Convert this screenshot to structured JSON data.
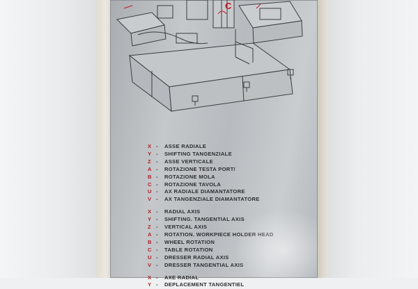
{
  "colors": {
    "code_red": "#b31c22",
    "text_dark": "#2b2d30",
    "plate": "#bfc3c6"
  },
  "drawing": {
    "axis_label_c": "C"
  },
  "legend_groups": [
    {
      "rows": [
        {
          "code": "X",
          "dash": "-",
          "text": "ASSE RADIALE"
        },
        {
          "code": "Y",
          "dash": "-",
          "text": "SHIFTING TANGENZIALE"
        },
        {
          "code": "Z",
          "dash": "-",
          "text": "ASSE VERTICALE"
        },
        {
          "code": "A",
          "dash": "-",
          "text": "ROTAZIONE TESTA PORT/"
        },
        {
          "code": "B",
          "dash": "-",
          "text": "ROTAZIONE MOLA"
        },
        {
          "code": "C",
          "dash": "-",
          "text": "ROTAZIONE TAVOLA"
        },
        {
          "code": "U",
          "dash": "-",
          "text": "AX RADIALE DIAMANTATORE"
        },
        {
          "code": "V",
          "dash": "-",
          "text": "AX TANGENZIALE DIAMANTATORE"
        }
      ]
    },
    {
      "rows": [
        {
          "code": "X",
          "dash": "-",
          "text": "RADIAL AXIS"
        },
        {
          "code": "Y",
          "dash": "-",
          "text": "SHIFTING. TANGENTIAL AXIS"
        },
        {
          "code": "Z",
          "dash": "-",
          "text": "VERTICAL AXIS"
        },
        {
          "code": "A",
          "dash": "-",
          "text": "ROTATION. WORKPIECE HOLDER HEAD"
        },
        {
          "code": "B",
          "dash": "-",
          "text": "WHEEL ROTATION"
        },
        {
          "code": "C",
          "dash": "-",
          "text": "TABLE ROTATION"
        },
        {
          "code": "U",
          "dash": "-",
          "text": "DRESSER RADIAL AXIS"
        },
        {
          "code": "V",
          "dash": "-",
          "text": "DRESSER TANGENTIAL AXIS"
        }
      ]
    },
    {
      "rows": [
        {
          "code": "X",
          "dash": "-",
          "text": "AXE RADIAL"
        },
        {
          "code": "Y",
          "dash": "-",
          "text": "DEPLACEMENT TANGENTIEL"
        }
      ]
    }
  ]
}
